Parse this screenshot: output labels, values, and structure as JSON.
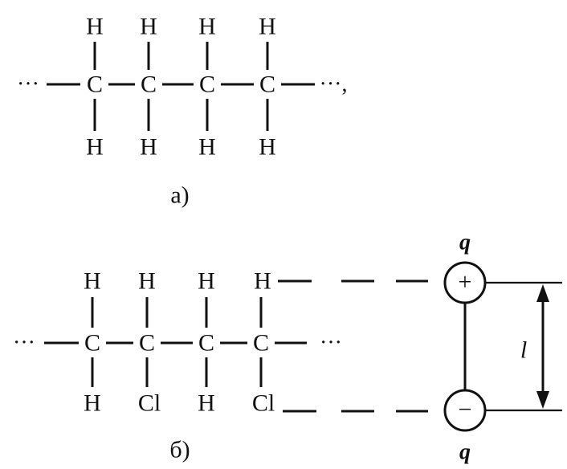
{
  "panel_a": {
    "top_h": [
      "H",
      "H",
      "H",
      "H"
    ],
    "carbons": [
      "C",
      "C",
      "C",
      "C"
    ],
    "bottom_h": [
      "H",
      "H",
      "H",
      "H"
    ],
    "left_ellipsis": "···",
    "right_ellipsis": "···,",
    "caption": "a)"
  },
  "panel_b": {
    "top_h": [
      "H",
      "H",
      "H",
      "H"
    ],
    "carbons": [
      "C",
      "C",
      "C",
      "C"
    ],
    "bottom": [
      "H",
      "Cl",
      "H",
      "Cl"
    ],
    "left_ellipsis": "···",
    "right_ellipsis": "···",
    "caption": "б)"
  },
  "dipole": {
    "top_charge_label": "q",
    "bottom_charge_label": "q",
    "plus_sign": "+",
    "minus_sign": "−",
    "length_label": "l"
  }
}
